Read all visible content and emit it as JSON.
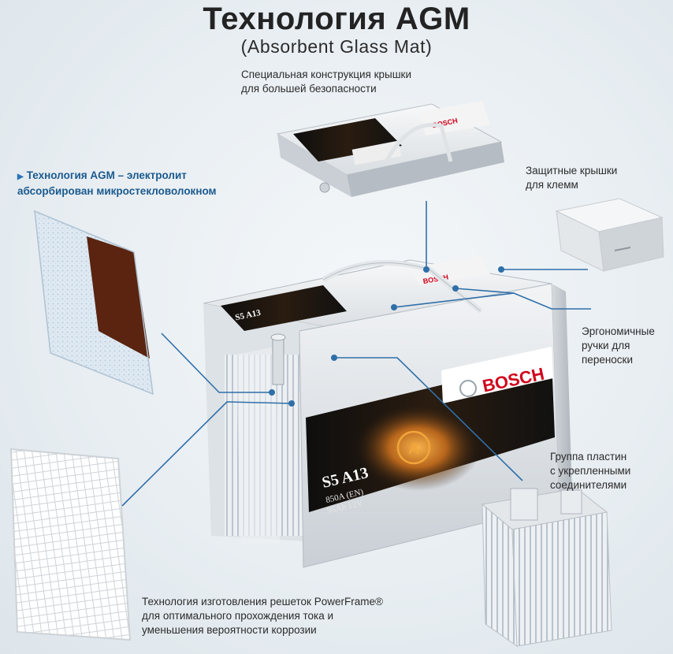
{
  "header": {
    "title": "Технология AGM",
    "subtitle": "(Absorbent Glass Mat)"
  },
  "callouts": {
    "lid": [
      "Специальная конструкция крышки",
      "для большей безопасности"
    ],
    "agm": [
      "Технология AGM  – электролит",
      "абсорбирован микростекловолокном"
    ],
    "terminal_caps": [
      "Защитные крышки",
      "для клемм"
    ],
    "handles": [
      "Эргономичные",
      "ручки для",
      "переноски"
    ],
    "plates": [
      "Группа пластин",
      "с укрепленными",
      "соединителями"
    ],
    "powerframe": [
      "Технология изготовления решеток PowerFrame®",
      "для оптимального прохождения тока и",
      "уменьшения вероятности коррозии"
    ]
  },
  "battery": {
    "brand": "BOSCH",
    "model": "S5 A13",
    "spec_line1": "850A (EN)",
    "spec_line2": "95Ah 12V",
    "emblem": "A"
  },
  "colors": {
    "accent": "#1b5a8e",
    "leader": "#2f6fa8",
    "brand_red": "#d0021b",
    "label_dark": "#1c1c1c"
  }
}
